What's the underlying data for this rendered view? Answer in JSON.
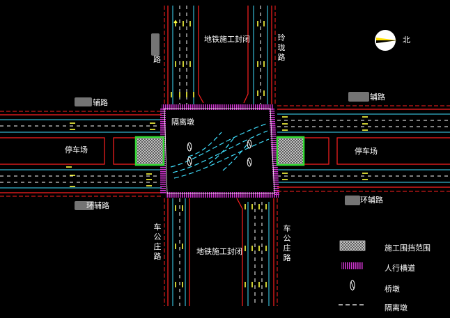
{
  "roads": {
    "north_closure": "地铁施工封闭",
    "south_closure": "地铁施工封闭",
    "road_right_north": "玲珑路",
    "road_left_north_tail": "路",
    "road_left_south": "车公庄路",
    "road_right_south": "车公庄路",
    "aux_nw": "辅路",
    "aux_ne": "辅路",
    "aux_sw": "环辅路",
    "aux_se": "环辅路",
    "parking_left": "停车场",
    "parking_right": "停车场",
    "barrier_tag": "隔离墩"
  },
  "compass": {
    "label": "北",
    "icon": "north-arrow-icon"
  },
  "legend": {
    "items": [
      {
        "icon": "construction-fence-icon",
        "label": "施工围挡范围"
      },
      {
        "icon": "crosswalk-icon",
        "label": "人行横道"
      },
      {
        "icon": "bridge-pier-icon",
        "label": "桥墩"
      },
      {
        "icon": "barrier-line-icon",
        "label": "隔离墩"
      }
    ]
  },
  "colors": {
    "road_edge": "#ff2020",
    "lane": "#ffffff",
    "cyan": "#40e0ff",
    "crosswalk": "#cc33cc",
    "arrow": "#ffff40",
    "fence": "#33dd33"
  }
}
